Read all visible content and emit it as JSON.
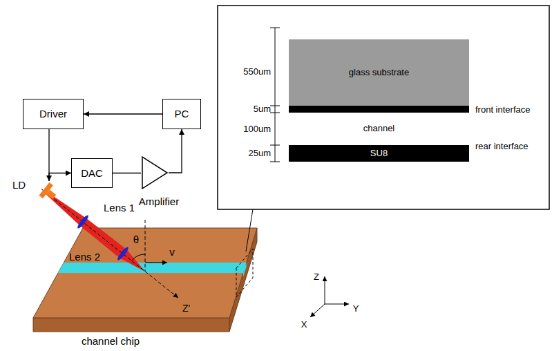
{
  "diagram": {
    "nodes": [
      {
        "text": [
          "Driver"
        ]
      },
      {
        "text": [
          "PC"
        ]
      },
      {
        "text": [
          "LD"
        ]
      },
      {
        "text": [
          "DAC"
        ]
      },
      {
        "text": [
          "Amplifier"
        ]
      },
      {
        "text": [
          "glass substrate"
        ]
      },
      {
        "text": [
          "channel"
        ]
      },
      {
        "text": [
          "SU8"
        ]
      }
    ],
    "edges": [
      {
        "from": 1,
        "to": 0,
        "arrow": "to"
      },
      {
        "from": 0,
        "to": 2,
        "arrow": "to"
      },
      {
        "from": 2,
        "to": 3,
        "arrow": "to"
      },
      {
        "from": 3,
        "to": 4,
        "arrow": "none"
      },
      {
        "from": 4,
        "to": 1,
        "arrow": "to"
      }
    ],
    "labels": [
      "Lens 1",
      "Lens 2",
      "θ",
      "v",
      "Z'",
      "channel chip",
      "Z",
      "X",
      "Y",
      "550um",
      "5um",
      "100um",
      "25um",
      "front interface",
      "rear interface"
    ]
  }
}
